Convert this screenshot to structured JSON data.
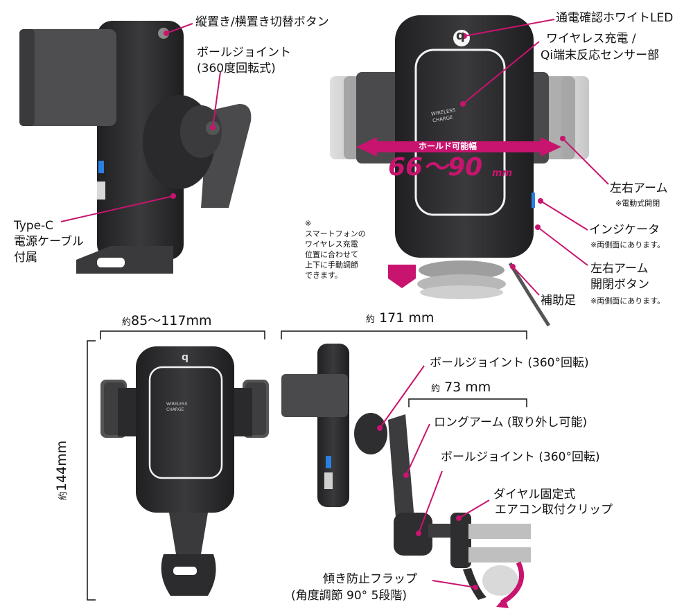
{
  "labels": {
    "orientation_button": "縦置き/横置き切替ボタン",
    "ball_joint_top_1": "ボールジョイント",
    "ball_joint_top_2": "(360度回転式)",
    "type_c_1": "Type-C",
    "type_c_2": "電源ケーブル",
    "type_c_3": "付属",
    "led": "通電確認ホワイトLED",
    "wireless_1": "ワイヤレス充電 /",
    "wireless_2": "Qi端末反応センサー部",
    "arms": "左右アーム",
    "arms_note": "※電動式開閉",
    "indicator": "インジケータ",
    "indicator_note": "※両側面にあります。",
    "arm_button_1": "左右アーム",
    "arm_button_2": "開閉ボタン",
    "arm_button_note": "※両側面にあります。",
    "aux_leg": "補助足",
    "manual_mark": "※",
    "manual_1": "スマートフォンの",
    "manual_2": "ワイヤレス充電",
    "manual_3": "位置に合わせて",
    "manual_4": "上下に手動調節",
    "manual_5": "できます。",
    "hold_title": "ホールド可能幅",
    "hold_value": "66〜90",
    "hold_unit": "mm",
    "ball_joint_mid": "ボールジョイント (360°回転)",
    "long_arm": "ロングアーム (取り外し可能)",
    "ball_joint_low": "ボールジョイント (360°回転)",
    "clip_1": "ダイヤル固定式",
    "clip_2": "エアコン取付クリップ",
    "flap_1": "傾き防止フラップ",
    "flap_2": "(角度調節 90° 5段階)",
    "charger_text_1": "WIRELESS",
    "charger_text_2": "CHARGE"
  },
  "dimensions": {
    "width_prefix": "約",
    "width_value": "85〜117mm",
    "depth_prefix": "約",
    "depth_value": "171 mm",
    "arm_prefix": "約",
    "arm_value": "73 mm",
    "height_prefix": "約",
    "height_value": "144mm"
  },
  "colors": {
    "accent": "#c8146e",
    "body": "#2e2e30",
    "body_dark": "#1c1c1e",
    "arm_gray": "#8a8a8c",
    "white_line": "#f2f2f2",
    "indicator_blue": "#2a7fe0"
  },
  "icons": {
    "qi_logo": "qi-icon",
    "rotate_arrow": "rotate-arrow-icon",
    "down_arrow": "down-arrow-icon"
  }
}
